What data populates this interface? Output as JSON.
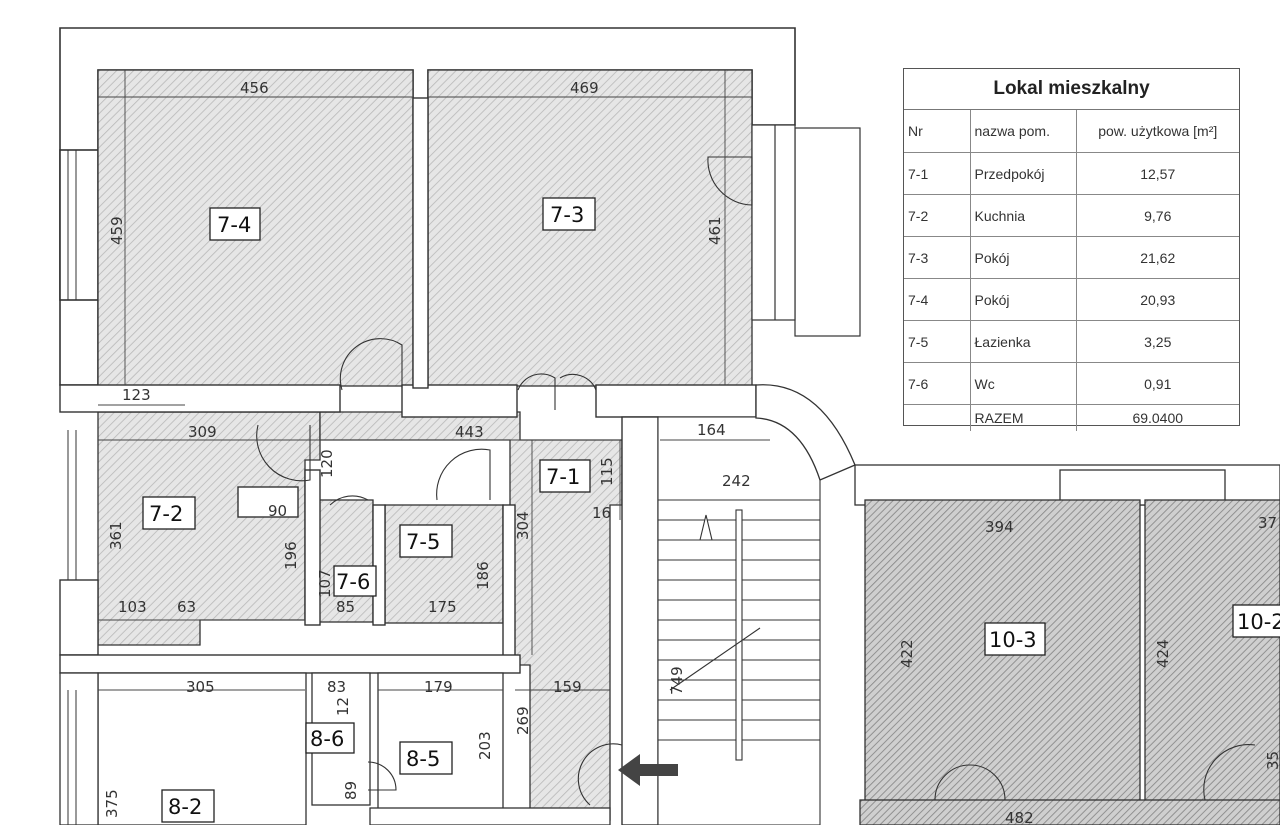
{
  "legend": {
    "title": "Lokal mieszkalny",
    "columns": [
      "Nr",
      "nazwa pom.",
      "pow. użytkowa [m²]"
    ],
    "rows": [
      {
        "nr": "7-1",
        "name": "Przedpokój",
        "area": "12,57"
      },
      {
        "nr": "7-2",
        "name": "Kuchnia",
        "area": "9,76"
      },
      {
        "nr": "7-3",
        "name": "Pokój",
        "area": "21,62"
      },
      {
        "nr": "7-4",
        "name": "Pokój",
        "area": "20,93"
      },
      {
        "nr": "7-5",
        "name": "Łazienka",
        "area": "3,25"
      },
      {
        "nr": "7-6",
        "name": "Wc",
        "area": "0,91"
      }
    ],
    "total": {
      "label": "RAZEM",
      "area": "69.0400"
    }
  },
  "rooms": {
    "r7_4": "7-4",
    "r7_3": "7-3",
    "r7_2": "7-2",
    "r7_1": "7-1",
    "r7_5": "7-5",
    "r7_6": "7-6",
    "r8_6": "8-6",
    "r8_5": "8-5",
    "r8_2": "8-2",
    "r10_3": "10-3",
    "r10_2": "10-2"
  },
  "dims": {
    "d456": "456",
    "d469": "469",
    "d459": "459",
    "d461": "461",
    "d123": "123",
    "d309": "309",
    "d443": "443",
    "d120": "120",
    "d164": "164",
    "d115": "115",
    "d242": "242",
    "d16": "16",
    "d361": "361",
    "d90": "90",
    "d196": "196",
    "d304": "304",
    "d186": "186",
    "d107": "107",
    "d103": "103",
    "d63": "63",
    "d85": "85",
    "d175": "175",
    "d749": "749",
    "d305": "305",
    "d83": "83",
    "d179": "179",
    "d159": "159",
    "d12": "12",
    "d269": "269",
    "d203": "203",
    "d375": "375",
    "d89": "89",
    "d394": "394",
    "d37": "37",
    "d422": "422",
    "d424": "424",
    "d482": "482",
    "d35": "35"
  },
  "colors": {
    "wall": "#ffffff",
    "wall_line": "#333333",
    "room_hatch": "#d6d6d6",
    "neighbor_hatch": "#bdbdbd"
  }
}
